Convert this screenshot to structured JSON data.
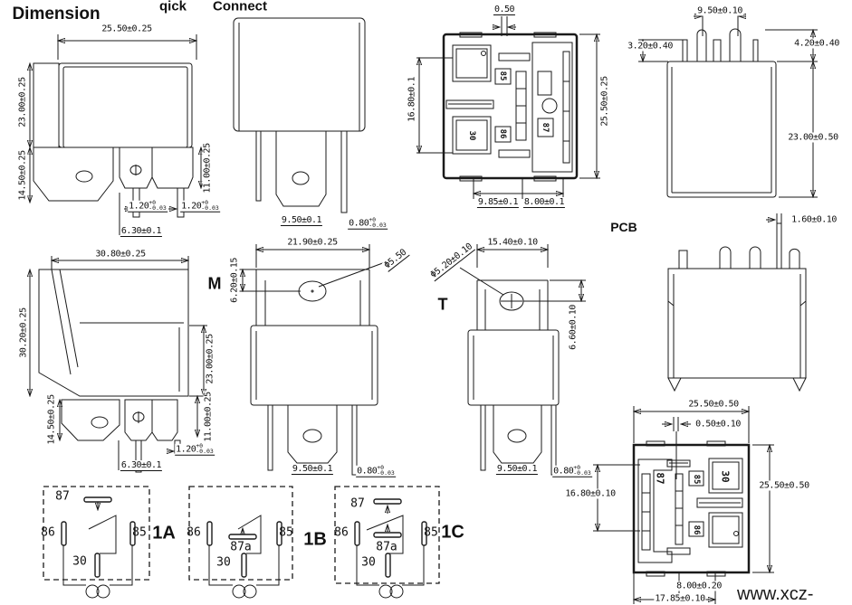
{
  "header": {
    "title": "Dimension",
    "quick": "qick",
    "connect": "Connect"
  },
  "side_labels": {
    "pcb": "PCB",
    "m": "M",
    "t": "T"
  },
  "watermark": "www.xcz-r.com",
  "qc_front": {
    "w": "25.50±0.25",
    "h": "23.00±0.25",
    "bracket_h": "14.50±0.25",
    "pin_h": "11.00±0.25",
    "t1": {
      "v": "1.20",
      "up": "+0",
      "dn": "-0.03"
    },
    "t2": {
      "v": "1.20",
      "up": "+0",
      "dn": "-0.03"
    },
    "pin_off": "6.30±0.1"
  },
  "qc_side": {
    "pin_w": "9.50±0.1",
    "t": {
      "v": "0.80",
      "up": "+0",
      "dn": "-0.03"
    }
  },
  "bottom_view": {
    "slot": "0.50",
    "h": "16.80±0.1",
    "w": "25.50±0.25",
    "p1": "9.85±0.1",
    "p2": "8.00±0.1",
    "pin30": "30",
    "pin85": "85",
    "pin86": "86",
    "pin87": "87"
  },
  "pcb_front": {
    "pitch": "9.50±0.10",
    "lead_a": "3.20±0.40",
    "lead_b": "4.20±0.40",
    "h": "23.00±0.50"
  },
  "pcb_side": {
    "lead_w": "1.60±0.10"
  },
  "bracket_front": {
    "w": "30.80±0.25",
    "h": "30.20±0.25",
    "body_h": "23.00±0.25",
    "bracket_h": "14.50±0.25",
    "pin_h": "11.00±0.25",
    "t": {
      "v": "1.20",
      "up": "+0",
      "dn": "-0.03"
    },
    "pin_off": "6.30±0.1"
  },
  "m_front": {
    "w": "21.90±0.25",
    "hole_off": "6.20±0.15",
    "hole_d": "Φ5.50",
    "pin_w": "9.50±0.1",
    "t": {
      "v": "0.80",
      "up": "+0",
      "dn": "-0.03"
    }
  },
  "t_front": {
    "w": "15.40±0.10",
    "hole_d": "Φ5.20±0.10",
    "hole_off": "6.60±0.10",
    "pin_w": "9.50±0.1",
    "t": {
      "v": "0.80",
      "up": "+0",
      "dn": "-0.03"
    }
  },
  "footprint": {
    "w": "25.50±0.50",
    "slot": "0.50±0.10",
    "h_in": "16.80±0.10",
    "h": "25.50±0.50",
    "p1": "8.00±0.20",
    "p2": "17.85±0.10",
    "pin87": "87",
    "pin85": "85",
    "pin86": "86",
    "pin30": "30"
  },
  "circuits": {
    "a": {
      "tag": "1A",
      "p87": "87",
      "p86": "86",
      "p85": "85",
      "p30": "30"
    },
    "b": {
      "tag": "1B",
      "p87a": "87a",
      "p86": "86",
      "p85": "85",
      "p30": "30"
    },
    "c": {
      "tag": "1C",
      "p87": "87",
      "p87a": "87a",
      "p86": "86",
      "p85": "85",
      "p30": "30"
    }
  }
}
